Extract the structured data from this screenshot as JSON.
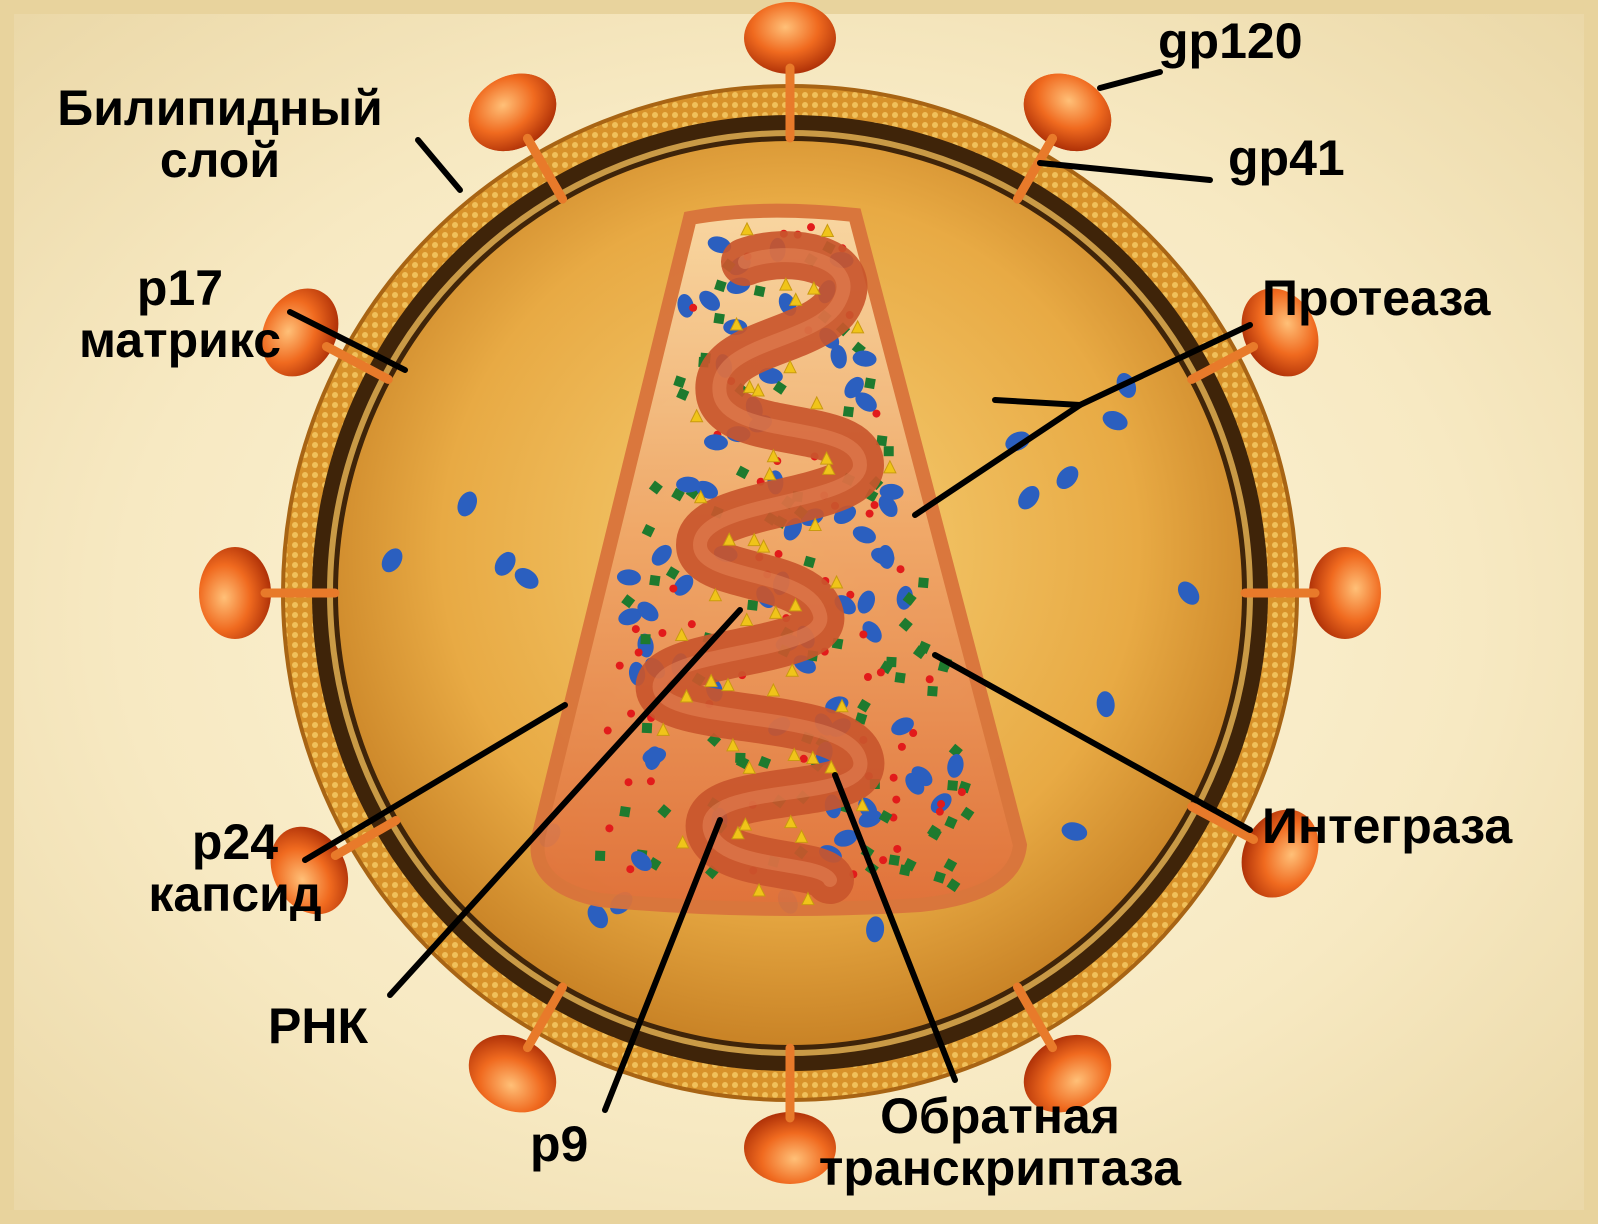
{
  "labels": {
    "bilayer": [
      "Билипидный",
      "слой"
    ],
    "p17": [
      "p17",
      "матрикс"
    ],
    "p24": [
      "p24",
      "капсид"
    ],
    "rna": "РНК",
    "p9": "p9",
    "rt": [
      "Обратная",
      "транскриптаза"
    ],
    "integrase": "Интеграза",
    "protease": "Протеаза",
    "gp120": "gp120",
    "gp41": "gp41"
  },
  "colors": {
    "background": "#f3e3b8",
    "membrane": "#d9952c",
    "membrane_inner": "#3a2008",
    "matrix": "#e6b24e",
    "capsid": "#e3753b",
    "rna": "#c9562c",
    "spike": "#e0541a",
    "protease_dot": "#2b5fbf",
    "integrase_dot": "#e21b1b",
    "rt_square": "#1e7a2e",
    "p9_triangle": "#f0c419"
  }
}
